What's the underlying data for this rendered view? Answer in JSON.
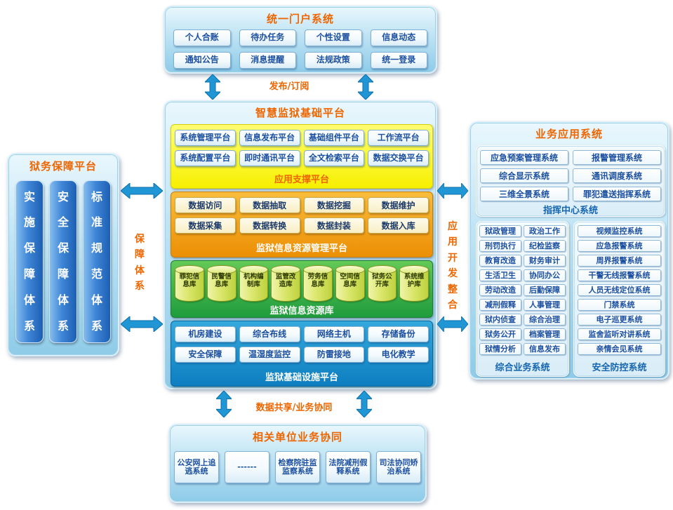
{
  "portal": {
    "title": "统一门户系统",
    "items": [
      "个人合账",
      "待办任务",
      "个性设置",
      "信息动态",
      "通知公告",
      "消息提醒",
      "法规政策",
      "统一登录"
    ]
  },
  "labels": {
    "publish": "发布/订阅",
    "share": "数据共享/业务协同",
    "support": "保障体系",
    "integration": "应用开发整合"
  },
  "platform": {
    "title": "智慧监狱基础平台",
    "app_support": {
      "label": "应用支撑平台",
      "items": [
        "系统管理平台",
        "信息发布平台",
        "基础组件平台",
        "工作流平台",
        "系统配置平台",
        "即时通讯平台",
        "全文检索平台",
        "数据交换平台"
      ]
    },
    "resource_mgmt": {
      "label": "监狱信息资源管理平台",
      "items": [
        "数据访问",
        "数据抽取",
        "数据挖掘",
        "数据维护",
        "数据采集",
        "数据转换",
        "数据封装",
        "数据入库"
      ]
    },
    "resource_db": {
      "label": "监狱信息资源库",
      "items": [
        "罪犯信息库",
        "民警信息库",
        "机构编制库",
        "监管改造库",
        "劳务信息库",
        "空间信息库",
        "狱务公开库",
        "系统维护库"
      ]
    },
    "infrastructure": {
      "label": "监狱基础设施平台",
      "items": [
        "机房建设",
        "综合布线",
        "网络主机",
        "存储备份",
        "安全保障",
        "温湿度监控",
        "防雷接地",
        "电化教学"
      ]
    }
  },
  "guarantee": {
    "title": "狱务保障平台",
    "pillars": [
      "实施保障体系",
      "安全保障体系",
      "标准规范体系"
    ]
  },
  "business": {
    "title": "业务应用系统",
    "command_center": {
      "label": "指挥中心系统",
      "items": [
        "应急预案管理系统",
        "报警管理系统",
        "综合显示系统",
        "通讯调度系统",
        "三维全景系统",
        "罪犯遣送指挥系统"
      ]
    },
    "comprehensive": {
      "label": "综合业务系统",
      "items": [
        "狱政管理",
        "政治工作",
        "刑罚执行",
        "纪检监察",
        "教育改造",
        "财务审计",
        "生活卫生",
        "协同办公",
        "劳动改造",
        "后勤保障",
        "减刑假释",
        "人事管理",
        "狱内侦查",
        "综合治理",
        "狱务公开",
        "档案管理",
        "狱情分析",
        "信息发布"
      ]
    },
    "security": {
      "label": "安全防控系统",
      "items": [
        "视频监控系统",
        "应急报警系统",
        "周界报警系统",
        "干警无线报警系统",
        "人员无线定位系统",
        "门禁系统",
        "电子巡更系统",
        "监舍监听对讲系统",
        "亲情会见系统"
      ]
    }
  },
  "collaboration": {
    "title": "相关单位业务协同",
    "items": [
      "公安网上追逃系统",
      "------",
      "检察院驻监监察系统",
      "法院减刑假释系统",
      "司法协同矫治系统"
    ]
  },
  "colors": {
    "title_orange": "#ee6600",
    "box_text_blue": "#1b4fa0",
    "arrow_blue": "#2196d4"
  }
}
